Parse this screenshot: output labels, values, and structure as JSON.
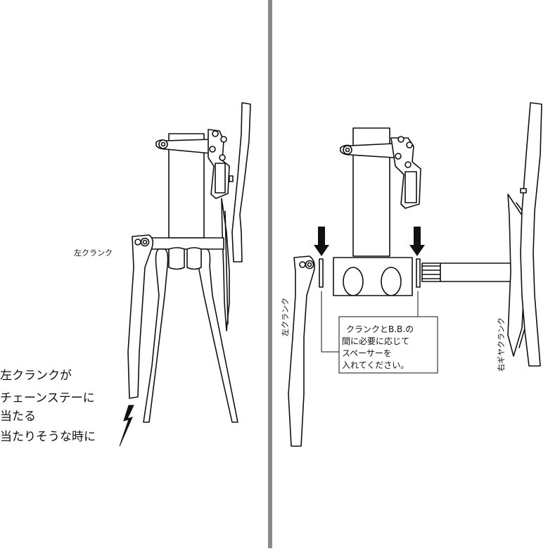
{
  "left_panel": {
    "crank_label": "左クランク",
    "note_lines": [
      "左クランクが",
      "チェーンステーに",
      "当たる",
      "当たりそうな時に"
    ]
  },
  "right_panel": {
    "left_crank_label": "左クランク",
    "right_crank_label": "右ギヤクランク",
    "note_lines": [
      "クランクとB.B.の",
      "間に必要に応じて",
      "スペーサーを",
      "入れてください。"
    ]
  },
  "colors": {
    "divider": "#8a8a8a",
    "line": "#111111",
    "background": "#ffffff"
  },
  "icons": [
    "lightning-icon",
    "down-arrow-icon"
  ]
}
